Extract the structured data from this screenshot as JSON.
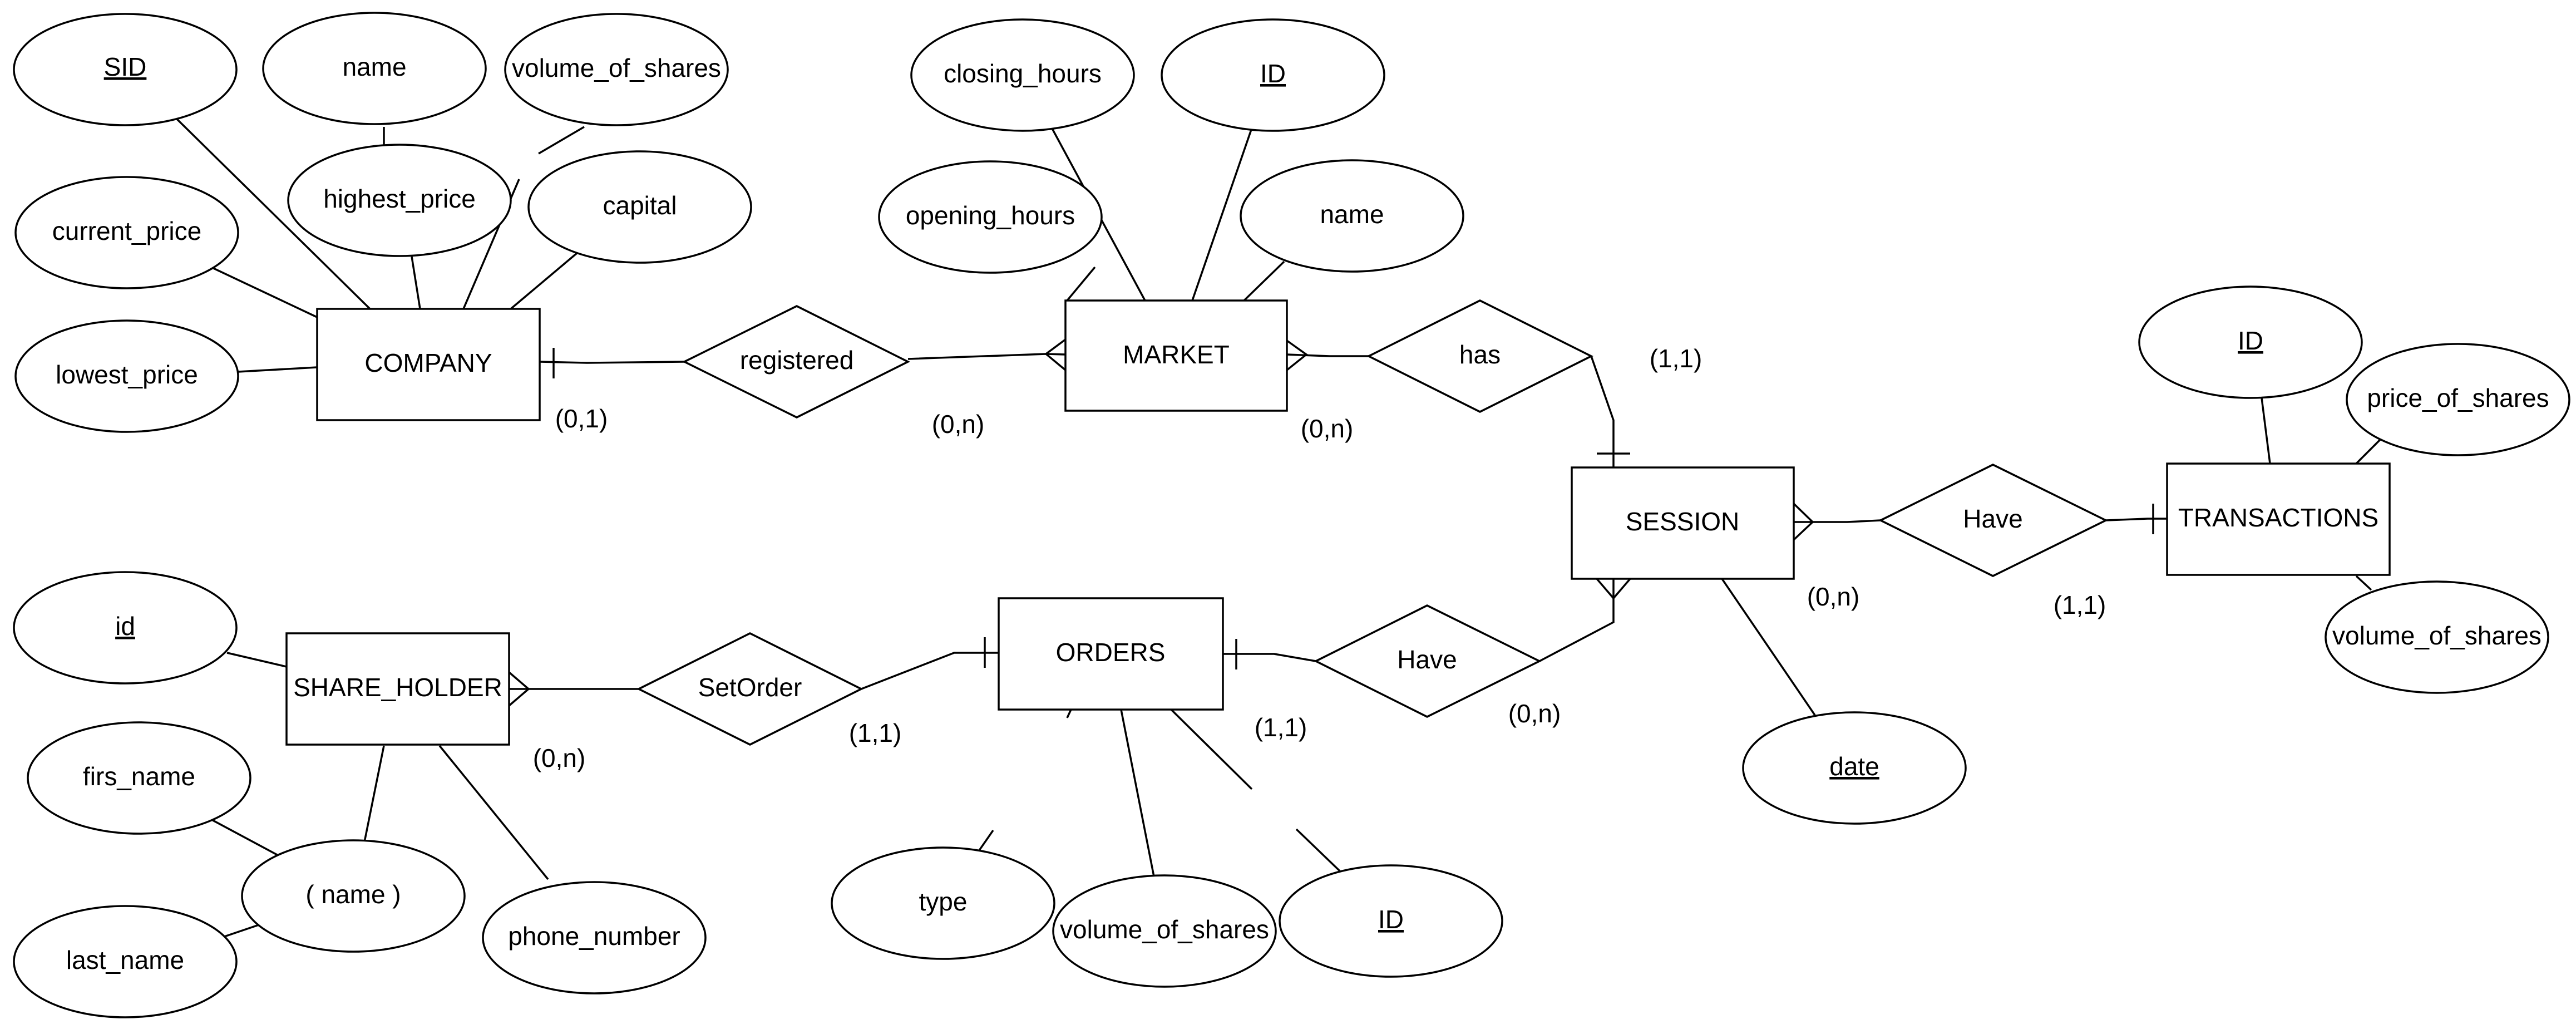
{
  "entities": {
    "company": "COMPANY",
    "market": "MARKET",
    "session": "SESSION",
    "transactions": "TRANSACTIONS",
    "share_holder": "SHARE_HOLDER",
    "orders": "ORDERS"
  },
  "relationships": {
    "registered": "registered",
    "has": "has",
    "have_transactions": "Have",
    "set_order": "SetOrder",
    "have_orders": "Have"
  },
  "attributes": {
    "company": {
      "sid": "SID",
      "name": "name",
      "volume_of_shares": "volume_of_shares",
      "highest_price": "highest_price",
      "capital": "capital",
      "current_price": "current_price",
      "lowest_price": "lowest_price"
    },
    "market": {
      "closing_hours": "closing_hours",
      "id": "ID",
      "opening_hours": "opening_hours",
      "name": "name"
    },
    "transactions": {
      "id": "ID",
      "price_of_shares": "price_of_shares",
      "volume_of_shares": "volume_of_shares"
    },
    "session": {
      "date": "date"
    },
    "share_holder": {
      "id": "id",
      "firs_name": "firs_name",
      "name": "( name )",
      "last_name": "last_name",
      "phone_number": "phone_number"
    },
    "orders": {
      "type": "type",
      "volume_of_shares": "volume_of_shares",
      "id": "ID"
    }
  },
  "cardinalities": {
    "company_registered": "(0,1)",
    "market_registered": "(0,n)",
    "market_has": "(0,n)",
    "session_has": "(1,1)",
    "session_have_transactions": "(0,n)",
    "transactions_have": "(1,1)",
    "session_have_orders": "(0,n)",
    "orders_have": "(1,1)",
    "orders_setorder": "(1,1)",
    "shareholder_setorder": "(0,n)"
  }
}
